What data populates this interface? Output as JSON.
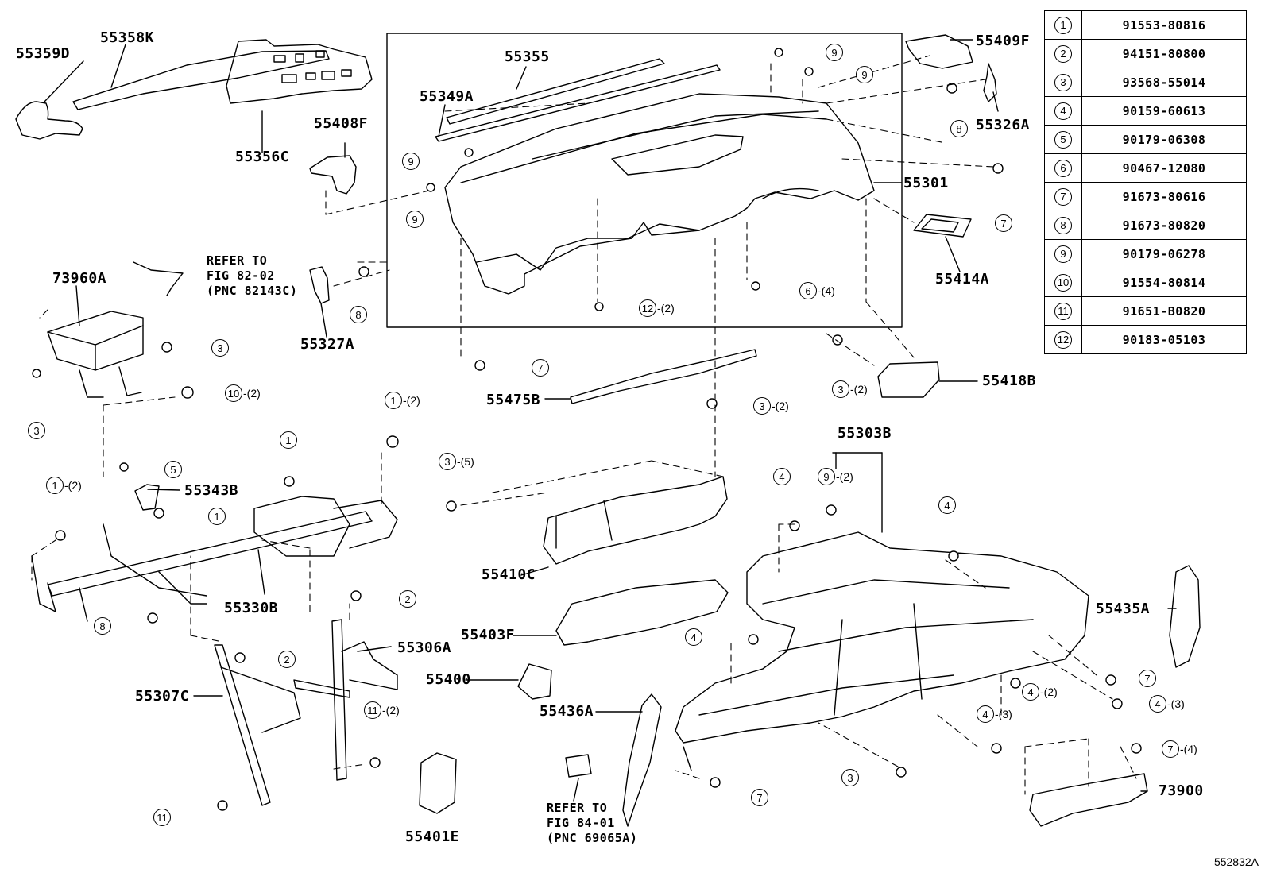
{
  "part_labels": {
    "p55359D": "55359D",
    "p55358K": "55358K",
    "p55356C": "55356C",
    "p55408F": "55408F",
    "p55355": "55355",
    "p55349A": "55349A",
    "p55409F": "55409F",
    "p55326A": "55326A",
    "p55301": "55301",
    "p55414A": "55414A",
    "p73960A": "73960A",
    "p55327A": "55327A",
    "p55418B": "55418B",
    "p55475B": "55475B",
    "p55343B": "55343B",
    "p55330B": "55330B",
    "p55303B": "55303B",
    "p55410C": "55410C",
    "p55306A": "55306A",
    "p55403F": "55403F",
    "p55435A": "55435A",
    "p55307C": "55307C",
    "p55400": "55400",
    "p55436A": "55436A",
    "p73900": "73900",
    "p55401E": "55401E"
  },
  "refer_notes": {
    "fig82": {
      "line1": "REFER TO",
      "line2": "FIG 82-02",
      "line3": "(PNC 82143C)"
    },
    "fig84": {
      "line1": "REFER TO",
      "line2": "FIG 84-01",
      "line3": "(PNC 69065A)"
    }
  },
  "callouts": [
    {
      "n": "9",
      "q": ""
    },
    {
      "n": "9",
      "q": ""
    },
    {
      "n": "9",
      "q": ""
    },
    {
      "n": "9",
      "q": ""
    },
    {
      "n": "8",
      "q": ""
    },
    {
      "n": "7",
      "q": ""
    },
    {
      "n": "6",
      "q": "-(4)"
    },
    {
      "n": "12",
      "q": "-(2)"
    },
    {
      "n": "8",
      "q": ""
    },
    {
      "n": "3",
      "q": ""
    },
    {
      "n": "10",
      "q": "-(2)"
    },
    {
      "n": "3",
      "q": ""
    },
    {
      "n": "7",
      "q": ""
    },
    {
      "n": "3",
      "q": "-(2)"
    },
    {
      "n": "3",
      "q": "-(2)"
    },
    {
      "n": "1",
      "q": "-(2)"
    },
    {
      "n": "1",
      "q": ""
    },
    {
      "n": "5",
      "q": ""
    },
    {
      "n": "1",
      "q": "-(2)"
    },
    {
      "n": "1",
      "q": ""
    },
    {
      "n": "3",
      "q": "-(5)"
    },
    {
      "n": "9",
      "q": "-(2)"
    },
    {
      "n": "4",
      "q": ""
    },
    {
      "n": "4",
      "q": ""
    },
    {
      "n": "2",
      "q": ""
    },
    {
      "n": "8",
      "q": ""
    },
    {
      "n": "2",
      "q": ""
    },
    {
      "n": "4",
      "q": ""
    },
    {
      "n": "7",
      "q": ""
    },
    {
      "n": "4",
      "q": "-(2)"
    },
    {
      "n": "4",
      "q": "-(3)"
    },
    {
      "n": "11",
      "q": "-(2)"
    },
    {
      "n": "4",
      "q": "-(3)"
    },
    {
      "n": "7",
      "q": "-(4)"
    },
    {
      "n": "3",
      "q": ""
    },
    {
      "n": "7",
      "q": ""
    },
    {
      "n": "11",
      "q": ""
    },
    {
      "n": "7",
      "q": ""
    }
  ],
  "legend": [
    {
      "n": "1",
      "part": "91553-80816"
    },
    {
      "n": "2",
      "part": "94151-80800"
    },
    {
      "n": "3",
      "part": "93568-55014"
    },
    {
      "n": "4",
      "part": "90159-60613"
    },
    {
      "n": "5",
      "part": "90179-06308"
    },
    {
      "n": "6",
      "part": "90467-12080"
    },
    {
      "n": "7",
      "part": "91673-80616"
    },
    {
      "n": "8",
      "part": "91673-80820"
    },
    {
      "n": "9",
      "part": "90179-06278"
    },
    {
      "n": "10",
      "part": "91554-80814"
    },
    {
      "n": "11",
      "part": "91651-B0820"
    },
    {
      "n": "12",
      "part": "90183-05103"
    }
  ],
  "figure_id": "552832A"
}
